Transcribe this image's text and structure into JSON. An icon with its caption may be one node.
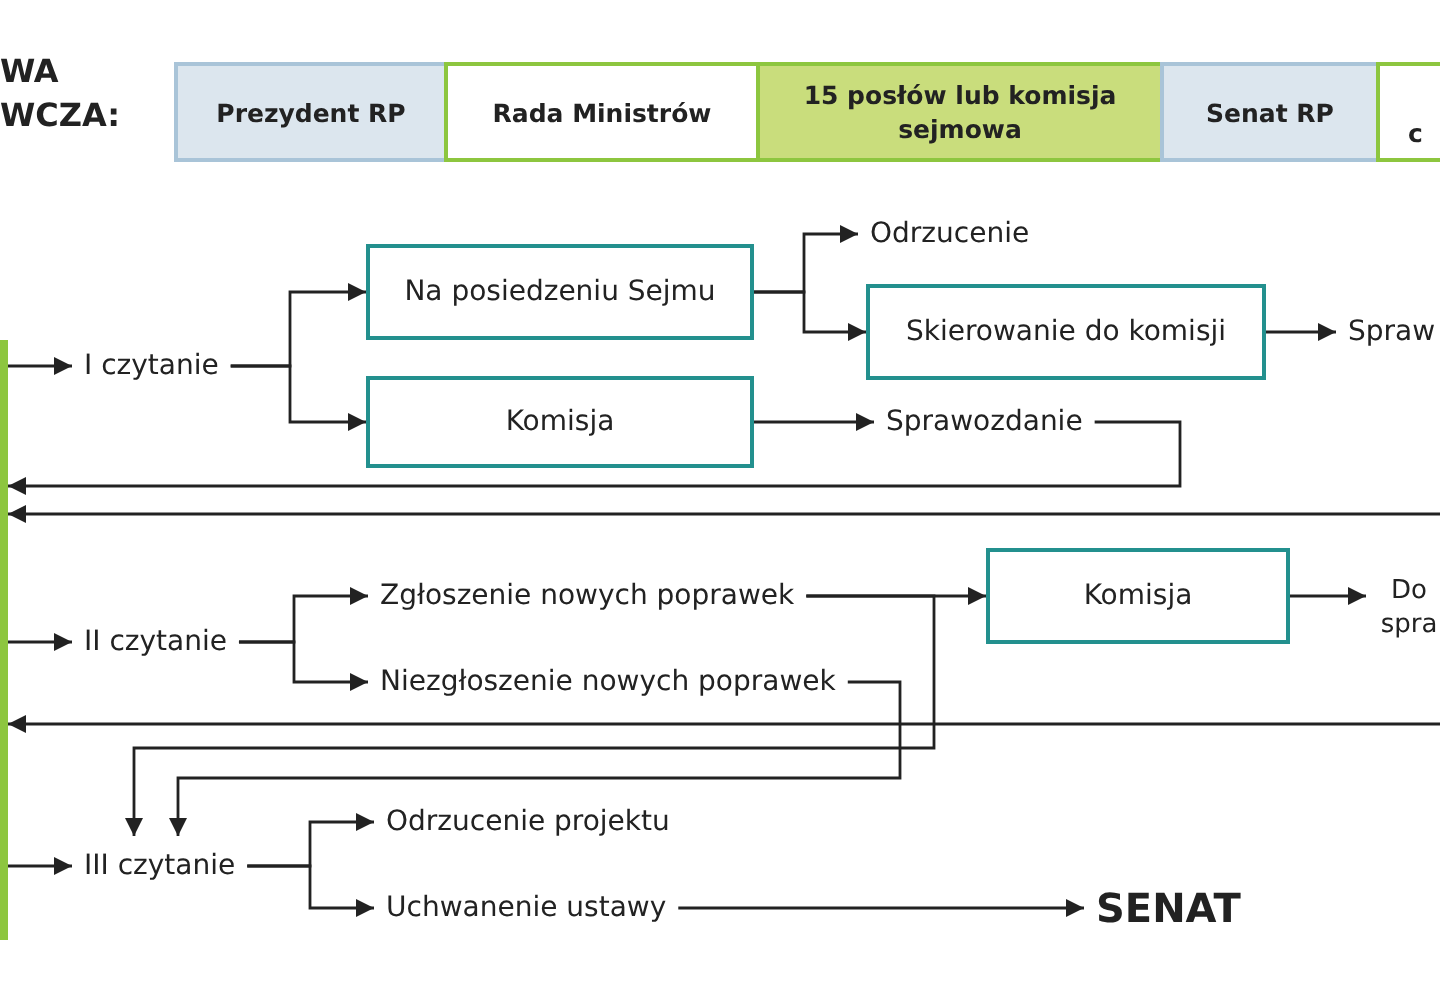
{
  "diagram": {
    "nodes": [
      {
        "text": [
          "Prezydent RP"
        ]
      },
      {
        "text": [
          "Rada Ministrów"
        ]
      },
      {
        "text": [
          "15 posłów lub komisja sejmowa"
        ]
      },
      {
        "text": [
          "Senat RP"
        ]
      },
      {
        "text": [
          "c"
        ]
      },
      {
        "text": [],
        "shape": "bar"
      },
      {
        "text": [
          "I czytanie"
        ]
      },
      {
        "text": [
          "Na posiedzeniu Sejmu"
        ]
      },
      {
        "text": [
          "Odrzucenie"
        ]
      },
      {
        "text": [
          "Skierowanie do komisji"
        ]
      },
      {
        "text": [
          "Spraw"
        ]
      },
      {
        "text": [
          "Komisja"
        ]
      },
      {
        "text": [
          "Sprawozdanie"
        ]
      },
      {
        "text": [
          "II czytanie"
        ]
      },
      {
        "text": [
          "Zgłoszenie nowych poprawek"
        ]
      },
      {
        "text": [
          "Komisja"
        ]
      },
      {
        "text": [
          "Do spra"
        ]
      },
      {
        "text": [
          "Niezgłoszenie nowych poprawek"
        ]
      },
      {
        "text": [
          "III czytanie"
        ]
      },
      {
        "text": [
          "Odrzucenie projektu"
        ]
      },
      {
        "text": [
          "Uchwanenie ustawy"
        ]
      },
      {
        "text": [
          "SENAT"
        ]
      }
    ],
    "edges": [
      {
        "from": 5,
        "to": 6,
        "arrow": "to"
      },
      {
        "from": 6,
        "to": 7,
        "arrow": "to"
      },
      {
        "from": 6,
        "to": 11,
        "arrow": "to"
      },
      {
        "from": 7,
        "to": 8,
        "arrow": "to"
      },
      {
        "from": 7,
        "to": 9,
        "arrow": "to"
      },
      {
        "from": 9,
        "to": 10,
        "arrow": "to"
      },
      {
        "from": 11,
        "to": 12,
        "arrow": "to"
      },
      {
        "from": 12,
        "to": 5,
        "arrow": "to"
      },
      {
        "from": null,
        "to": 5,
        "arrow": "to"
      },
      {
        "from": 5,
        "to": 13,
        "arrow": "to"
      },
      {
        "from": 13,
        "to": 14,
        "arrow": "to"
      },
      {
        "from": 13,
        "to": 17,
        "arrow": "to"
      },
      {
        "from": 14,
        "to": 15,
        "arrow": "to"
      },
      {
        "from": 15,
        "to": 16,
        "arrow": "to"
      },
      {
        "from": null,
        "to": 5,
        "arrow": "to"
      },
      {
        "from": 14,
        "to": 18,
        "arrow": "to"
      },
      {
        "from": 17,
        "to": 18,
        "arrow": "to"
      },
      {
        "from": 5,
        "to": 18,
        "arrow": "to"
      },
      {
        "from": 18,
        "to": 19,
        "arrow": "to"
      },
      {
        "from": 18,
        "to": 20,
        "arrow": "to"
      },
      {
        "from": 20,
        "to": 21,
        "arrow": "to"
      }
    ],
    "labels": [
      "WA WCZA:"
    ]
  }
}
